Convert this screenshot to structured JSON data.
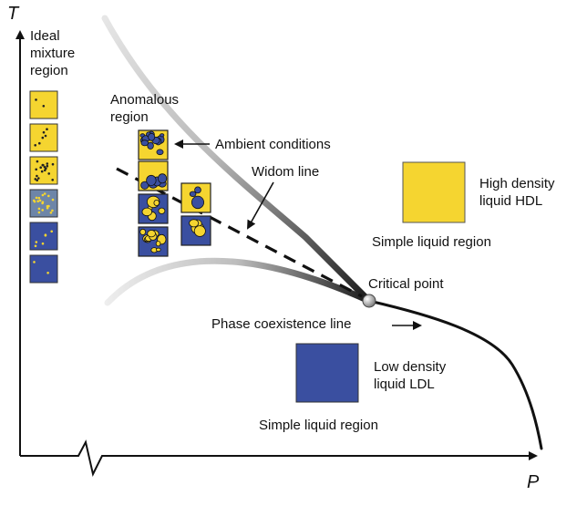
{
  "axes": {
    "x_label": "P",
    "y_label": "T"
  },
  "regions": {
    "ideal_mixture": [
      "Ideal",
      "mixture",
      "region"
    ],
    "anomalous": [
      "Anomalous",
      "region"
    ]
  },
  "annotations": {
    "ambient_conditions": "Ambient conditions",
    "widom_line": "Widom line",
    "critical_point": "Critical point",
    "phase_coexistence_line": "Phase coexistence line",
    "simple_liquid_region_upper": "Simple liquid region",
    "simple_liquid_region_lower": "Simple liquid region"
  },
  "legend": {
    "hdl": [
      "High density",
      "liquid HDL"
    ],
    "ldl": [
      "Low density",
      "liquid LDL"
    ]
  },
  "colors": {
    "hdl_yellow": "#f5d530",
    "ldl_blue": "#3a4fa0",
    "curve_dark": "#111111",
    "curve_light": "#d8d8d8"
  },
  "ideal_mixture_boxes": [
    {
      "bg": "#f5d530",
      "dot": "#222222",
      "dots": 2
    },
    {
      "bg": "#f5d530",
      "dot": "#222222",
      "dots": 6
    },
    {
      "bg": "#f5d530",
      "dot": "#222222",
      "dots": 18
    },
    {
      "bg": "#6d85a8",
      "dot": "#f5d530",
      "dots": 20
    },
    {
      "bg": "#3a4fa0",
      "dot": "#f5d530",
      "dots": 6
    },
    {
      "bg": "#3a4fa0",
      "dot": "#f5d530",
      "dots": 2
    }
  ],
  "anomalous_boxes": [
    {
      "bg": "#f5d530",
      "blob": "#3a4fa0",
      "blobs": 14
    },
    {
      "bg": "#f5d530",
      "blob": "#3a4fa0",
      "blobs": 6
    },
    {
      "bg": "#3a4fa0",
      "blob": "#f5d530",
      "blobs": 7
    },
    {
      "bg": "#3a4fa0",
      "blob": "#f5d530",
      "blobs": 12
    },
    {
      "bg": "#f5d530",
      "blob": "#3a4fa0",
      "blobs": 3
    },
    {
      "bg": "#3a4fa0",
      "blob": "#f5d530",
      "blobs": 4
    }
  ]
}
